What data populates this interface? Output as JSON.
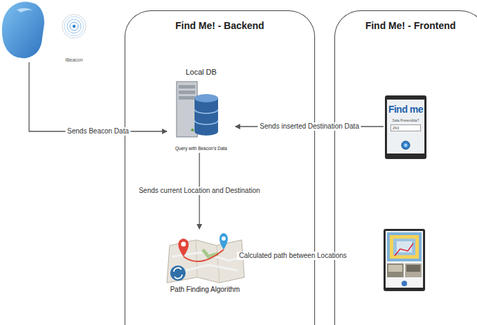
{
  "diagram": {
    "nodes": [
      {
        "text": [
          "iBeacon"
        ]
      },
      {
        "text": [
          "Find Me! - Backend"
        ]
      },
      {
        "text": [
          "Local DB",
          "Query with Beacon's Data"
        ],
        "in": 1
      },
      {
        "text": [
          "Path Finding Algorithm"
        ],
        "in": 1
      },
      {
        "text": [
          "Find Me! - Frontend"
        ]
      },
      {
        "text": [
          "Find me",
          "Sala Pretendida?",
          "2N3"
        ],
        "in": 4
      }
    ],
    "edges": [
      {
        "from": 0,
        "to": 2,
        "label": "Sends Beacon Data",
        "arrow": "to"
      },
      {
        "from": 5,
        "to": 2,
        "label": "Sends inserted Destination Data",
        "arrow": "to"
      },
      {
        "from": 2,
        "to": 3,
        "label": "Sends current Location and Destination",
        "arrow": "to"
      },
      {
        "from": 3,
        "to": 4,
        "label": "Calculated path between Locations",
        "arrow": "to"
      }
    ]
  }
}
